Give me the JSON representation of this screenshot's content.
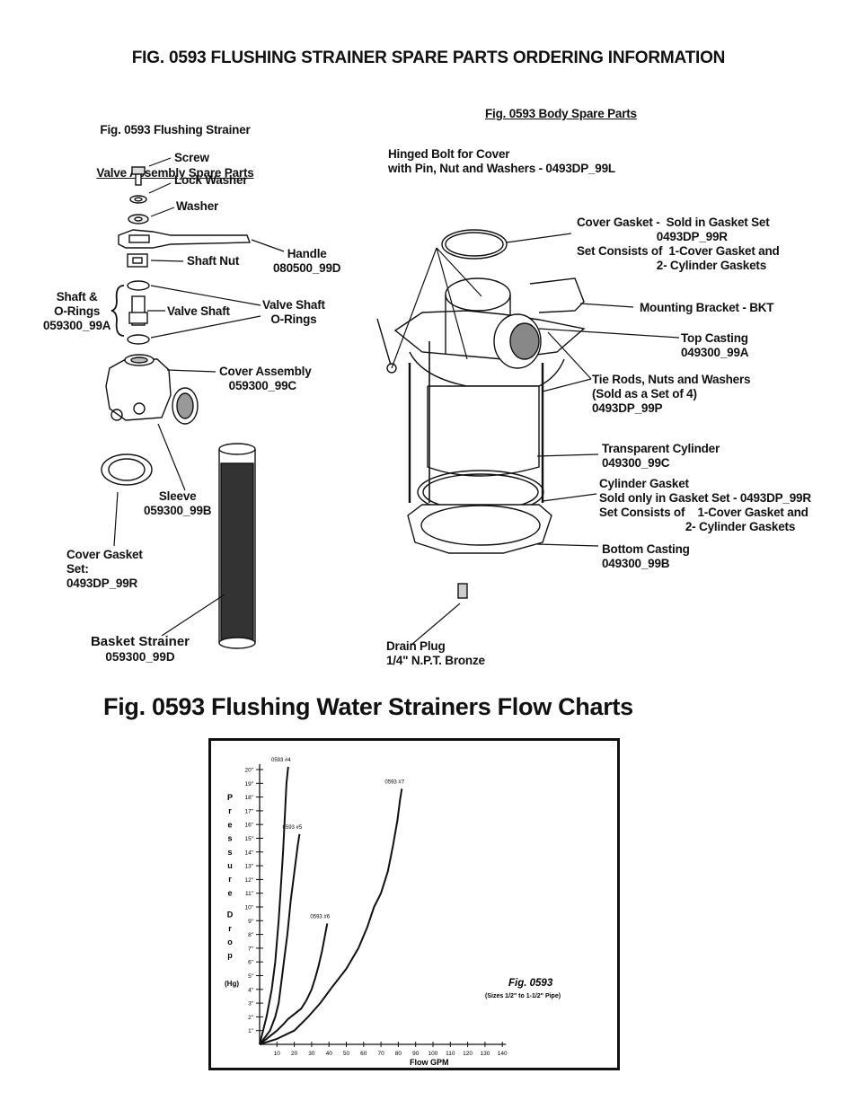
{
  "page": {
    "title": "FIG. 0593 FLUSHING STRAINER SPARE PARTS ORDERING INFORMATION",
    "valve_section_title_line1": "Fig. 0593 Flushing Strainer",
    "valve_section_title_line2": "Valve Assembly Spare Parts",
    "body_section_title": "Fig. 0593 Body Spare Parts",
    "chart_section_title": "Fig. 0593 Flushing Water Strainers Flow Charts"
  },
  "valve_parts": {
    "screw": "Screw",
    "lock_washer": "Lock Washer",
    "washer": "Washer",
    "handle": "Handle\n080500_99D",
    "shaft_nut": "Shaft Nut",
    "shaft_orings": "Shaft &\nO-Rings\n059300_99A",
    "valve_shaft": "Valve Shaft",
    "valve_shaft_orings": "Valve Shaft\nO-Rings",
    "cover_assembly": "Cover Assembly\n   059300_99C",
    "sleeve": "Sleeve\n059300_99B",
    "cover_gasket_set": "Cover Gasket\nSet:\n0493DP_99R",
    "basket_strainer_name": "Basket Strainer",
    "basket_strainer_part": "059300_99D"
  },
  "body_parts": {
    "hinged_bolt": "Hinged Bolt for Cover\nwith Pin, Nut and Washers - 0493DP_99L",
    "cover_gasket": "Cover Gasket -  Sold in Gasket Set\n                         0493DP_99R\nSet Consists of  1-Cover Gasket and\n                         2- Cylinder Gaskets",
    "mounting_bracket": "Mounting Bracket - BKT",
    "top_casting": "Top Casting\n049300_99A",
    "tie_rods": "Tie Rods, Nuts and Washers\n(Sold as a Set of 4)\n0493DP_99P",
    "transparent_cylinder": "Transparent Cylinder\n049300_99C",
    "cylinder_gasket": "Cylinder Gasket\nSold only in Gasket Set - 0493DP_99R\nSet Consists of    1-Cover Gasket and\n                           2- Cylinder Gaskets",
    "bottom_casting": "Bottom Casting\n049300_99B",
    "drain_plug": "Drain Plug\n1/4\" N.P.T. Bronze"
  },
  "chart_data": {
    "type": "line",
    "title": "Fig. 0593",
    "subtitle": "(Sizes 1/2\" to 1-1/2\" Pipe)",
    "xlabel": "Flow GPM",
    "ylabel": "Pressure Drop (Hg)",
    "xlim": [
      0,
      140
    ],
    "ylim": [
      0,
      20
    ],
    "x_ticks": [
      "10",
      "20",
      "30",
      "40",
      "50",
      "60",
      "70",
      "80",
      "90",
      "100",
      "110",
      "120",
      "130",
      "140"
    ],
    "y_ticks": [
      "1\"",
      "2\"",
      "3\"",
      "4\"",
      "5\"",
      "6\"",
      "7\"",
      "8\"",
      "9\"",
      "10\"",
      "11\"",
      "12\"",
      "13\"",
      "14\"",
      "15\"",
      "16\"",
      "17\"",
      "18\"",
      "19\"",
      "20\""
    ],
    "grid": false,
    "series": [
      {
        "name": "0593 #4",
        "x": [
          0,
          4,
          7,
          9,
          11,
          12,
          13.5,
          14.5,
          15.5,
          16.5
        ],
        "y": [
          0,
          2,
          4,
          6,
          9,
          11,
          14,
          16.5,
          19,
          20.2
        ]
      },
      {
        "name": "0593 #5",
        "x": [
          0,
          6,
          9,
          11,
          13,
          14,
          16,
          18,
          20,
          22,
          23
        ],
        "y": [
          0,
          1,
          2,
          3,
          5,
          6,
          8,
          10.5,
          12.5,
          14.5,
          15.3
        ]
      },
      {
        "name": "0593 #6",
        "x": [
          0,
          6,
          10,
          14,
          16,
          18,
          20,
          24,
          27,
          30,
          32,
          34,
          36,
          37.5,
          39
        ],
        "y": [
          0,
          0.6,
          1,
          1.5,
          1.8,
          2,
          2.2,
          2.6,
          3.2,
          4,
          4.8,
          5.7,
          6.8,
          7.8,
          8.8
        ]
      },
      {
        "name": "0593 #7",
        "x": [
          0,
          10,
          20,
          28,
          35,
          42,
          50,
          57,
          62,
          66,
          70,
          74,
          77,
          79.5,
          81,
          82
        ],
        "y": [
          0,
          0.4,
          1,
          2,
          3,
          4.2,
          5.5,
          7,
          8.5,
          10,
          11,
          12.6,
          14.5,
          16.3,
          17.8,
          18.6
        ]
      }
    ]
  },
  "colors": {
    "ink": "#111111",
    "background": "#ffffff"
  }
}
